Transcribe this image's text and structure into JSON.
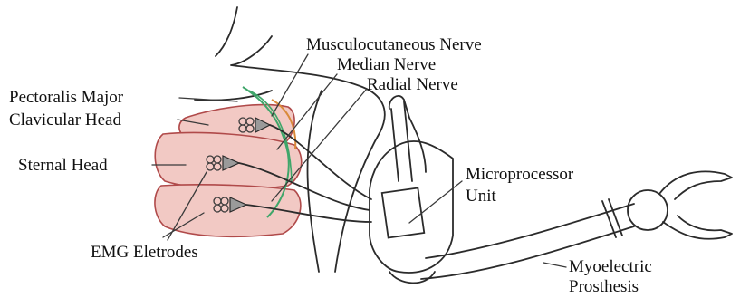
{
  "labels": {
    "musculocutaneous": "Musculocutaneous Nerve",
    "median": "Median Nerve",
    "radial": "Radial Nerve",
    "pectoralis": "Pectoralis Major",
    "clavicular": "Clavicular Head",
    "sternal": "Sternal Head",
    "emg": "EMG Eletrodes",
    "microprocessor_line1": "Microprocessor",
    "microprocessor_line2": "Unit",
    "myoelectric_line1": "Myoelectric",
    "myoelectric_line2": "Prosthesis"
  },
  "colors": {
    "muscle_fill": "#f2c9c4",
    "muscle_stroke": "#b04a4a",
    "nerve_green": "#3fa66a",
    "nerve_orange": "#d98a3a",
    "line": "#2b2b2b"
  }
}
